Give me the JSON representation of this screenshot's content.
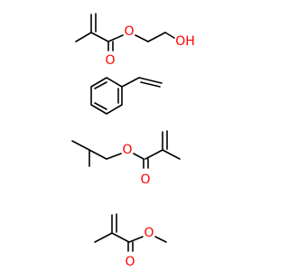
{
  "colors": {
    "bond": "#000000",
    "oxygen": "#ff0000",
    "background": "#ffffff"
  },
  "molecules": [
    {
      "id": "hydroxyethyl-methacrylate",
      "labels": [
        "O",
        "O",
        "OH"
      ]
    },
    {
      "id": "styrene",
      "labels": []
    },
    {
      "id": "isobutyl-methacrylate",
      "labels": [
        "O",
        "O"
      ]
    },
    {
      "id": "methyl-methacrylate",
      "labels": [
        "O",
        "O"
      ]
    }
  ]
}
